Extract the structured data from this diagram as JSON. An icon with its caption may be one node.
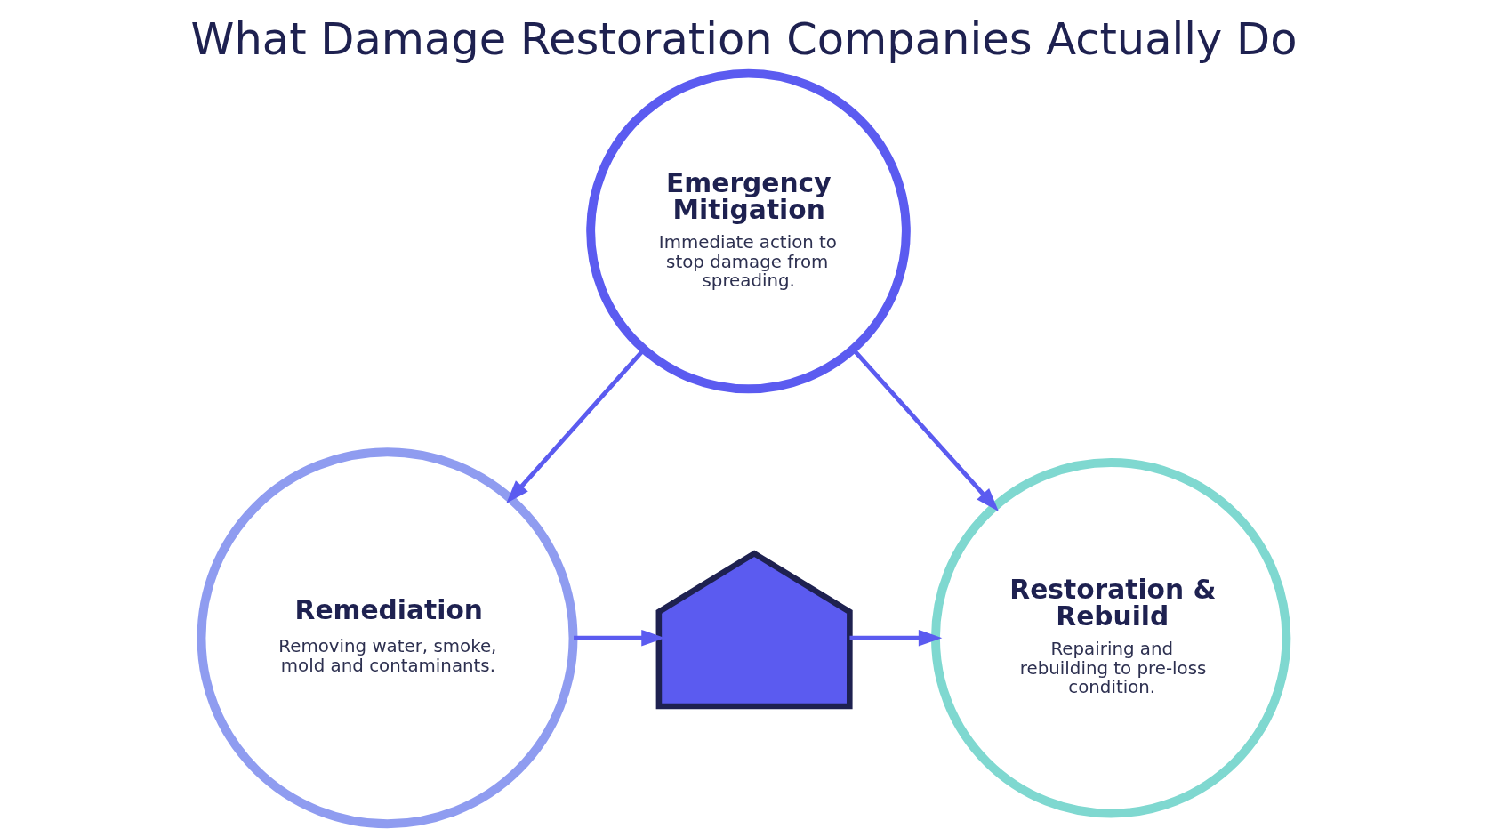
{
  "diagram": {
    "title": "What Damage Restoration Companies Actually Do",
    "nodes": [
      {
        "text": [
          "Emergency Mitigation",
          "Immediate action to stop damage from spreading."
        ]
      },
      {
        "text": [
          "Remediation",
          "Removing water, smoke, mold and contaminants."
        ]
      },
      {
        "text": [],
        "shape": "house"
      },
      {
        "text": [
          "Restoration & Rebuild",
          "Repairing and rebuilding to pre-loss condition."
        ]
      }
    ],
    "edges": [
      {
        "from": 0,
        "to": 1,
        "arrow": "to"
      },
      {
        "from": 0,
        "to": 3,
        "arrow": "to"
      },
      {
        "from": 1,
        "to": 2,
        "arrow": "to"
      },
      {
        "from": 2,
        "to": 3,
        "arrow": "to"
      }
    ]
  }
}
